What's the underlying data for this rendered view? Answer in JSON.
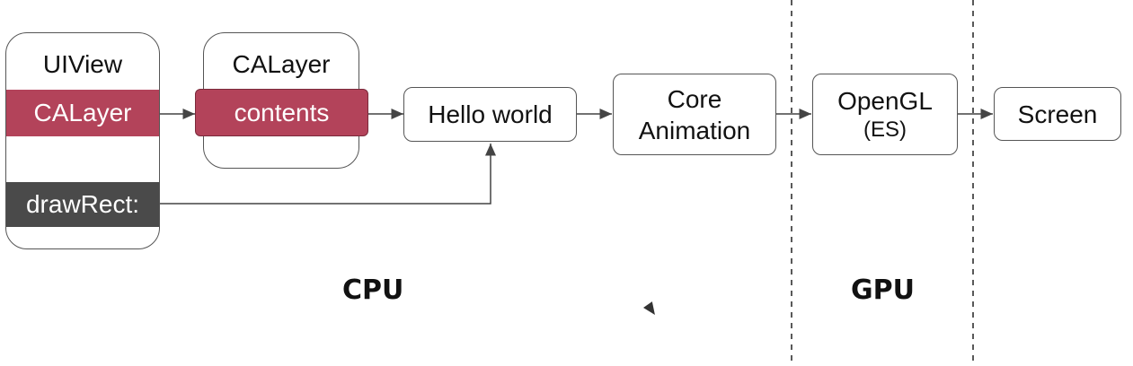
{
  "colors": {
    "accent_red": "#b3435a",
    "dark": "#4a4a4a",
    "border": "#555555"
  },
  "uiview": {
    "title": "UIView",
    "calayer_band": "CALayer",
    "drawrect_band": "drawRect:"
  },
  "calayer": {
    "title": "CALayer",
    "contents_band": "contents"
  },
  "nodes": {
    "hello_world": "Hello world",
    "core_animation_line1": "Core",
    "core_animation_line2": "Animation",
    "opengl_line1": "OpenGL",
    "opengl_line2": "(ES)",
    "screen": "Screen"
  },
  "sections": {
    "cpu": "CPU",
    "gpu": "GPU"
  }
}
